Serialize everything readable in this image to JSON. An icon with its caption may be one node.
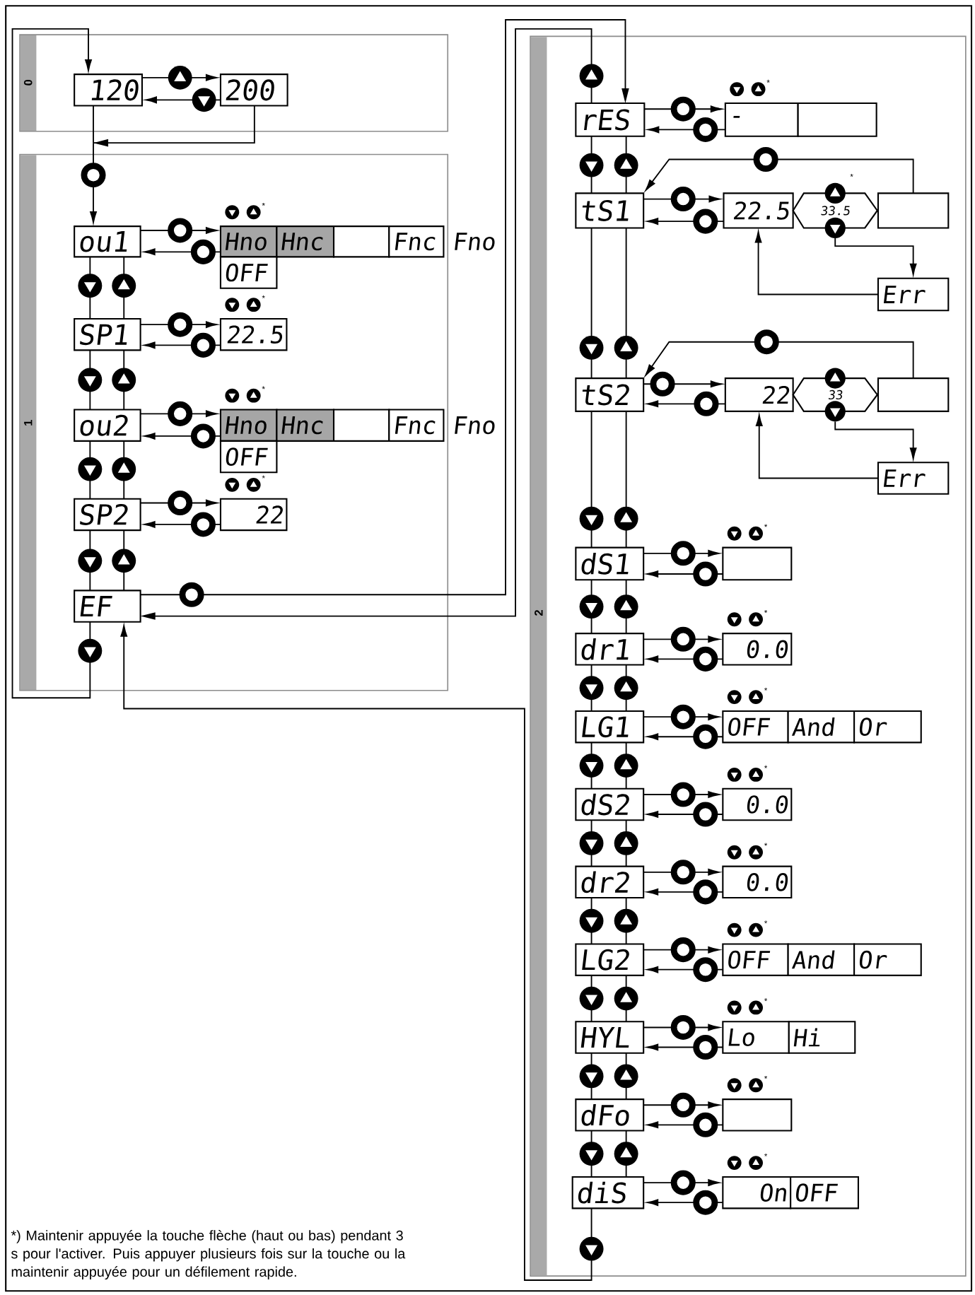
{
  "diagram": {
    "nodes": [
      {
        "text": [
          "0"
        ]
      },
      {
        "text": [
          "120"
        ],
        "in": 0
      },
      {
        "text": [
          "200"
        ],
        "in": 0
      },
      {
        "text": [
          "1"
        ]
      },
      {
        "text": [
          "ou1"
        ],
        "in": 3
      },
      {
        "text": [
          "Hno"
        ],
        "in": 3
      },
      {
        "text": [
          "Hnc"
        ],
        "in": 3
      },
      {
        "text": [],
        "shape": "box",
        "in": 3
      },
      {
        "text": [
          "Fnc"
        ],
        "beside": [
          "Fno"
        ],
        "in": 3
      },
      {
        "text": [
          "OFF"
        ],
        "in": 3
      },
      {
        "text": [
          "SP1"
        ],
        "in": 3
      },
      {
        "text": [
          "22.5"
        ],
        "in": 3
      },
      {
        "text": [
          "ou2"
        ],
        "in": 3
      },
      {
        "text": [
          "Hno"
        ],
        "in": 3
      },
      {
        "text": [
          "Hnc"
        ],
        "in": 3
      },
      {
        "text": [],
        "shape": "box",
        "in": 3
      },
      {
        "text": [
          "Fnc"
        ],
        "beside": [
          "Fno"
        ],
        "in": 3
      },
      {
        "text": [
          "OFF"
        ],
        "in": 3
      },
      {
        "text": [
          "SP2"
        ],
        "in": 3
      },
      {
        "text": [
          "22"
        ],
        "in": 3
      },
      {
        "text": [
          "EF"
        ],
        "in": 3
      },
      {
        "text": [
          "2"
        ]
      },
      {
        "text": [
          "rES"
        ],
        "in": 21
      },
      {
        "text": [
          "-"
        ],
        "in": 21
      },
      {
        "text": [],
        "shape": "box",
        "in": 21
      },
      {
        "text": [
          "tS1"
        ],
        "in": 21
      },
      {
        "text": [
          "22.5"
        ],
        "in": 21
      },
      {
        "text": [
          "33.5"
        ],
        "in": 21
      },
      {
        "text": [],
        "shape": "box",
        "in": 21
      },
      {
        "text": [
          "Err"
        ],
        "in": 21
      },
      {
        "text": [
          "tS2"
        ],
        "in": 21
      },
      {
        "text": [
          "22"
        ],
        "in": 21
      },
      {
        "text": [
          "33"
        ],
        "in": 21
      },
      {
        "text": [],
        "shape": "box",
        "in": 21
      },
      {
        "text": [
          "Err"
        ],
        "in": 21
      },
      {
        "text": [
          "dS1"
        ],
        "in": 21
      },
      {
        "text": [],
        "shape": "box",
        "in": 21
      },
      {
        "text": [
          "dr1"
        ],
        "in": 21
      },
      {
        "text": [
          "0.0"
        ],
        "in": 21
      },
      {
        "text": [
          "LG1"
        ],
        "in": 21
      },
      {
        "text": [
          "OFF"
        ],
        "in": 21
      },
      {
        "text": [
          "And"
        ],
        "in": 21
      },
      {
        "text": [
          "Or"
        ],
        "in": 21
      },
      {
        "text": [
          "dS2"
        ],
        "in": 21
      },
      {
        "text": [
          "0.0"
        ],
        "in": 21
      },
      {
        "text": [
          "dr2"
        ],
        "in": 21
      },
      {
        "text": [
          "0.0"
        ],
        "in": 21
      },
      {
        "text": [
          "LG2"
        ],
        "in": 21
      },
      {
        "text": [
          "OFF"
        ],
        "in": 21
      },
      {
        "text": [
          "And"
        ],
        "in": 21
      },
      {
        "text": [
          "Or"
        ],
        "in": 21
      },
      {
        "text": [
          "HYL"
        ],
        "in": 21
      },
      {
        "text": [
          "Lo"
        ],
        "in": 21
      },
      {
        "text": [
          "Hi"
        ],
        "in": 21
      },
      {
        "text": [
          "dFo"
        ],
        "in": 21
      },
      {
        "text": [],
        "shape": "box",
        "in": 21
      },
      {
        "text": [
          "diS"
        ],
        "in": 21
      },
      {
        "text": [
          "On"
        ],
        "in": 21
      },
      {
        "text": [
          "OFF"
        ],
        "in": 21
      },
      {
        "text": [],
        "shape": "circle",
        "in": 21
      },
      {
        "text": [],
        "shape": "circle",
        "in": 21
      }
    ],
    "edges": [
      {
        "from": 1,
        "to": 2,
        "arrow": "to"
      },
      {
        "from": 2,
        "to": 1,
        "arrow": "to"
      },
      {
        "from": 1,
        "to": 4,
        "arrow": "to"
      },
      {
        "from": 2,
        "to": 4,
        "arrow": "to"
      },
      {
        "from": 20,
        "to": 1,
        "arrow": "to"
      },
      {
        "from": 4,
        "to": 5,
        "arrow": "to"
      },
      {
        "from": 5,
        "to": 4,
        "arrow": "to"
      },
      {
        "from": 4,
        "to": 10,
        "arrow": "to"
      },
      {
        "from": 10,
        "to": 4,
        "arrow": "to"
      },
      {
        "from": 10,
        "to": 11,
        "arrow": "to"
      },
      {
        "from": 11,
        "to": 10,
        "arrow": "to"
      },
      {
        "from": 10,
        "to": 12,
        "arrow": "to"
      },
      {
        "from": 12,
        "to": 10,
        "arrow": "to"
      },
      {
        "from": 12,
        "to": 13,
        "arrow": "to"
      },
      {
        "from": 13,
        "to": 12,
        "arrow": "to"
      },
      {
        "from": 12,
        "to": 18,
        "arrow": "to"
      },
      {
        "from": 18,
        "to": 12,
        "arrow": "to"
      },
      {
        "from": 18,
        "to": 19,
        "arrow": "to"
      },
      {
        "from": 19,
        "to": 18,
        "arrow": "to"
      },
      {
        "from": 18,
        "to": 20,
        "arrow": "to"
      },
      {
        "from": 20,
        "to": 18,
        "arrow": "to"
      },
      {
        "from": 20,
        "to": 22,
        "arrow": "to"
      },
      {
        "from": 22,
        "to": 20,
        "arrow": "to"
      },
      {
        "from": 56,
        "to": 20,
        "arrow": "to"
      },
      {
        "from": 22,
        "to": 23,
        "arrow": "to"
      },
      {
        "from": 23,
        "to": 22,
        "arrow": "to"
      },
      {
        "from": 22,
        "to": 25,
        "arrow": "to"
      },
      {
        "from": 25,
        "to": 22,
        "arrow": "to"
      },
      {
        "from": 25,
        "to": 26,
        "arrow": "to"
      },
      {
        "from": 26,
        "to": 25,
        "arrow": "to"
      },
      {
        "from": 28,
        "to": 25,
        "arrow": "to"
      },
      {
        "from": 59,
        "to": 29,
        "arrow": "to"
      },
      {
        "from": 29,
        "to": 26,
        "arrow": "to"
      },
      {
        "from": 25,
        "to": 30,
        "arrow": "to"
      },
      {
        "from": 30,
        "to": 25,
        "arrow": "to"
      },
      {
        "from": 30,
        "to": 31,
        "arrow": "to"
      },
      {
        "from": 31,
        "to": 30,
        "arrow": "to"
      },
      {
        "from": 33,
        "to": 30,
        "arrow": "to"
      },
      {
        "from": 60,
        "to": 34,
        "arrow": "to"
      },
      {
        "from": 34,
        "to": 31,
        "arrow": "to"
      },
      {
        "from": 30,
        "to": 35,
        "arrow": "to"
      },
      {
        "from": 35,
        "to": 30,
        "arrow": "to"
      },
      {
        "from": 35,
        "to": 36,
        "arrow": "to"
      },
      {
        "from": 36,
        "to": 35,
        "arrow": "to"
      },
      {
        "from": 35,
        "to": 37,
        "arrow": "to"
      },
      {
        "from": 37,
        "to": 35,
        "arrow": "to"
      },
      {
        "from": 37,
        "to": 38,
        "arrow": "to"
      },
      {
        "from": 38,
        "to": 37,
        "arrow": "to"
      },
      {
        "from": 37,
        "to": 39,
        "arrow": "to"
      },
      {
        "from": 39,
        "to": 37,
        "arrow": "to"
      },
      {
        "from": 39,
        "to": 40,
        "arrow": "to"
      },
      {
        "from": 40,
        "to": 39,
        "arrow": "to"
      },
      {
        "from": 39,
        "to": 43,
        "arrow": "to"
      },
      {
        "from": 43,
        "to": 39,
        "arrow": "to"
      },
      {
        "from": 43,
        "to": 44,
        "arrow": "to"
      },
      {
        "from": 44,
        "to": 43,
        "arrow": "to"
      },
      {
        "from": 43,
        "to": 45,
        "arrow": "to"
      },
      {
        "from": 45,
        "to": 43,
        "arrow": "to"
      },
      {
        "from": 45,
        "to": 46,
        "arrow": "to"
      },
      {
        "from": 46,
        "to": 45,
        "arrow": "to"
      },
      {
        "from": 45,
        "to": 47,
        "arrow": "to"
      },
      {
        "from": 47,
        "to": 45,
        "arrow": "to"
      },
      {
        "from": 47,
        "to": 48,
        "arrow": "to"
      },
      {
        "from": 48,
        "to": 47,
        "arrow": "to"
      },
      {
        "from": 47,
        "to": 51,
        "arrow": "to"
      },
      {
        "from": 51,
        "to": 47,
        "arrow": "to"
      },
      {
        "from": 51,
        "to": 52,
        "arrow": "to"
      },
      {
        "from": 52,
        "to": 51,
        "arrow": "to"
      },
      {
        "from": 51,
        "to": 54,
        "arrow": "to"
      },
      {
        "from": 54,
        "to": 51,
        "arrow": "to"
      },
      {
        "from": 54,
        "to": 55,
        "arrow": "to"
      },
      {
        "from": 55,
        "to": 54,
        "arrow": "to"
      },
      {
        "from": 54,
        "to": 56,
        "arrow": "to"
      },
      {
        "from": 56,
        "to": 54,
        "arrow": "to"
      },
      {
        "from": 56,
        "to": 57,
        "arrow": "to"
      },
      {
        "from": 57,
        "to": 56,
        "arrow": "to"
      }
    ],
    "labels": [
      "*",
      "*",
      "*",
      "*",
      "*",
      "*",
      "*",
      "*",
      "*",
      "*",
      "*",
      "*",
      "*",
      "*",
      "*",
      "*) Maintenir appuyée la touche flèche (haut ou bas) pendant 3 s pour l'activer. Puis appuyer plusieurs fois sur la touche ou la maintenir appuyée pour un défilement rapide."
    ]
  }
}
